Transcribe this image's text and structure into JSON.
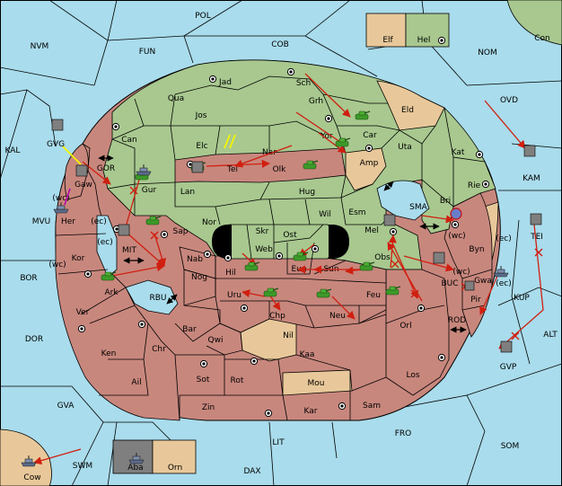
{
  "colors": {
    "sea": "#a9dcec",
    "green": "#a8c88f",
    "red": "#c8877d",
    "tan": "#e8c89a",
    "grey": "#7f7f7f",
    "move": "#d01f10",
    "support": "#f5f500",
    "convoy_support": "#b400b4",
    "army": "#3c9a28",
    "fleet": "#5b6b8a"
  },
  "sea_labels": {
    "pol": "POL",
    "nvm": "NVM",
    "fun": "FUN",
    "cob": "COB",
    "nom": "NOM",
    "con": "Con",
    "ovd": "OVD",
    "kam": "KAM",
    "kal": "KAL",
    "gvg": "GVG",
    "gor": "GOR",
    "mvu": "MVU",
    "mit": "MIT",
    "bor": "BOR",
    "dor": "DOR",
    "rbu": "RBU",
    "sma": "SMA",
    "tei": "TEI",
    "kup": "KUP",
    "buc": "BUC",
    "alt": "ALT",
    "rod": "ROD",
    "gvp": "GVP",
    "gva": "GVA",
    "lit": "LIT",
    "fro": "FRO",
    "som": "SOM",
    "swm": "SWM",
    "dax": "DAX",
    "cow": "Cow"
  },
  "land_labels": {
    "elf": "Elf",
    "hel": "Hel",
    "jad": "Jad",
    "sch": "Sch",
    "qua": "Qua",
    "jos": "Jos",
    "grh": "Grh",
    "can": "Can",
    "elc": "Elc",
    "yor": "Yor",
    "car": "Car",
    "eld": "Eld",
    "uta": "Uta",
    "kat": "Kat",
    "nar": "Nar",
    "tel": "Tel",
    "olk": "Olk",
    "amp": "Amp",
    "gaw": "Gaw",
    "gur": "Gur",
    "lan": "Lan",
    "hug": "Hug",
    "rie": "Rie",
    "bri": "Bri",
    "nor": "Nor",
    "wil": "Wil",
    "esm": "Esm",
    "skr": "Skr",
    "ost": "Ost",
    "web": "Web",
    "her": "Her",
    "sap": "Sap",
    "mel": "Mel",
    "byn": "Byn",
    "kor": "Kor",
    "nab": "Nab",
    "hil": "Hil",
    "eun": "Eun",
    "sun": "Sun",
    "obs": "Obs",
    "ark": "Ark",
    "nog": "Nog",
    "uru": "Uru",
    "feu": "Feu",
    "gwa": "Gwa",
    "pir": "Pir",
    "ver": "Ver",
    "chp": "Chp",
    "neu": "Neu",
    "orl": "Orl",
    "bar": "Bar",
    "qwi": "Qwi",
    "nil": "Nil",
    "ken": "Ken",
    "chr": "Chr",
    "kaa": "Kaa",
    "los": "Los",
    "ail": "Ail",
    "sot": "Sot",
    "rot": "Rot",
    "mou": "Mou",
    "zin": "Zin",
    "kar": "Kar",
    "sam": "Sam",
    "aba": "Aba",
    "orn": "Orn"
  },
  "coast_labels": {
    "gor_wc": "(wc)",
    "her_ec": "(ec)",
    "kor_ec": "(ec)",
    "kor_wc": "(wc)",
    "bri_wc": "(wc)",
    "byn_ec": "(ec)",
    "gwa_wc": "(wc)",
    "gwa_ec": "(ec)"
  }
}
